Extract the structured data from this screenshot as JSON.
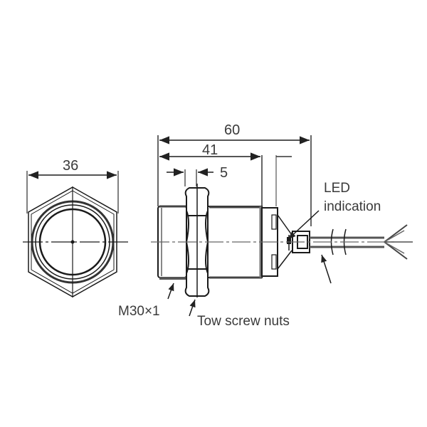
{
  "diagram": {
    "type": "mechanical-drawing",
    "subject": "M30 cylindrical proximity sensor",
    "views": [
      "front-view-hex",
      "side-view"
    ]
  },
  "dimensions": {
    "hex_across_flats": "36",
    "overall_length": "60",
    "thread_length": "41",
    "nut_thickness": "5"
  },
  "annotations": {
    "led_line1": "LED",
    "led_line2": "indication",
    "thread_spec": "M30×1",
    "nuts_note": "Tow screw nuts"
  },
  "colors": {
    "line": "#1a1a1a",
    "dim_line": "#555555",
    "text": "#3a3a3a",
    "background": "#ffffff"
  }
}
